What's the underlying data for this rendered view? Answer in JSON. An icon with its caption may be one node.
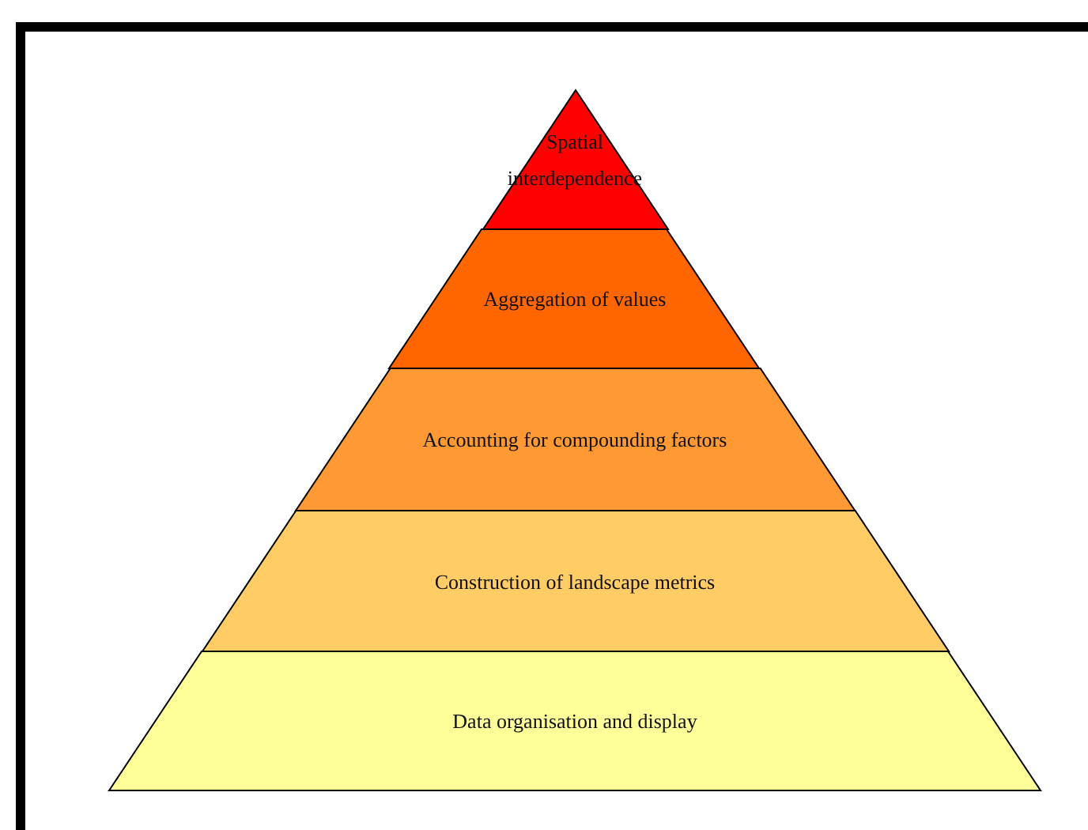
{
  "diagram": {
    "nodes": [
      {
        "text": [
          "Spatial interdependence"
        ]
      },
      {
        "text": [
          "Aggregation of values"
        ]
      },
      {
        "text": [
          "Accounting for compounding factors"
        ]
      },
      {
        "text": [
          "Construction of landscape metrics"
        ]
      },
      {
        "text": [
          "Data organisation and display"
        ]
      }
    ]
  }
}
